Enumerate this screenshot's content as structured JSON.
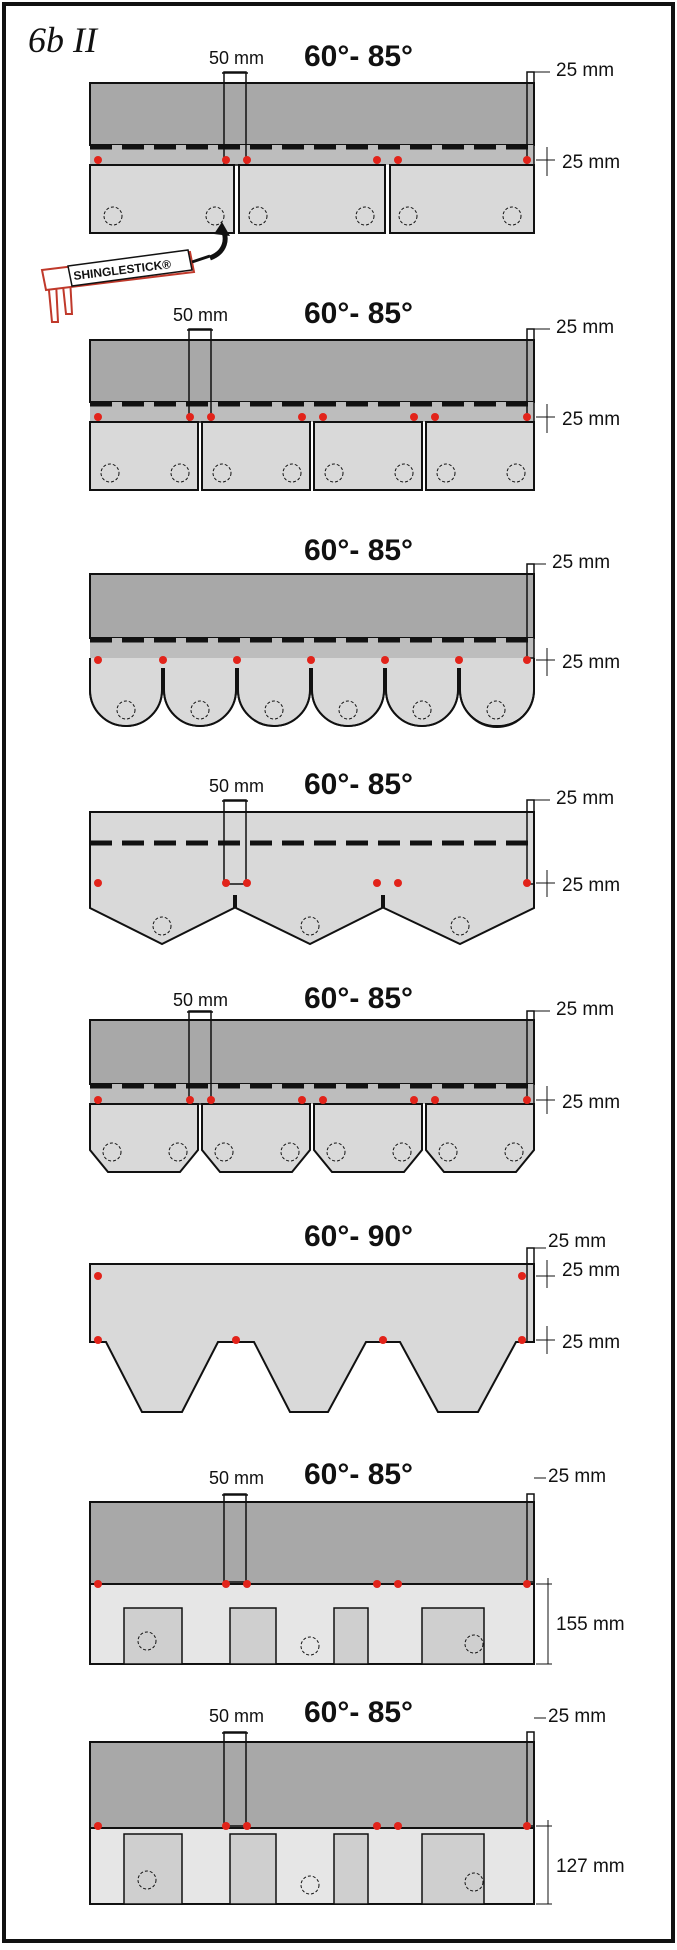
{
  "title": "6b II",
  "tube_label": "SHINGLESTICK®",
  "colors": {
    "frame": "#111111",
    "top_grey": "#a8a8a8",
    "strip_grey": "#bdbdbd",
    "tab_grey": "#d9d9d9",
    "nail": "#e2231a"
  },
  "panels": [
    {
      "angle": "60°- 85°",
      "offset_label": "50 mm",
      "top_label": "25 mm",
      "side_label": "25 mm"
    },
    {
      "angle": "60°- 85°",
      "offset_label": "50 mm",
      "top_label": "25 mm",
      "side_label": "25 mm"
    },
    {
      "angle": "60°- 85°",
      "top_label": "25 mm",
      "side_label": "25 mm"
    },
    {
      "angle": "60°- 85°",
      "offset_label": "50 mm",
      "top_label": "25 mm",
      "side_label": "25 mm"
    },
    {
      "angle": "60°- 85°",
      "offset_label": "50 mm",
      "top_label": "25 mm",
      "side_label": "25 mm"
    },
    {
      "angle": "60°- 90°",
      "top_label": "25 mm",
      "side_label": "25 mm",
      "side_label_2": "25 mm"
    },
    {
      "angle": "60°- 85°",
      "offset_label": "50 mm",
      "top_label": "25 mm",
      "side_label": "155 mm"
    },
    {
      "angle": "60°- 85°",
      "offset_label": "50 mm",
      "top_label": "25 mm",
      "side_label": "127 mm"
    }
  ]
}
